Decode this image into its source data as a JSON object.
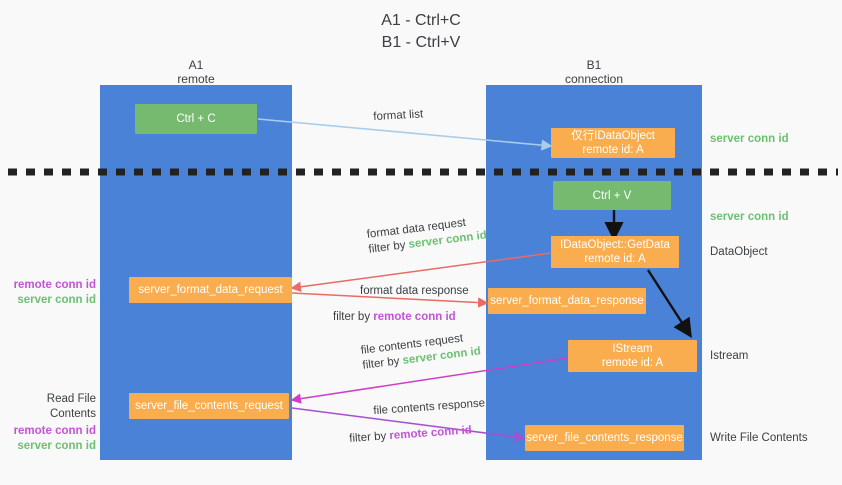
{
  "title": {
    "line1": "A1 - Ctrl+C",
    "line2": "B1 - Ctrl+V"
  },
  "columns": [
    {
      "name": "A1",
      "role": "remote"
    },
    {
      "name": "B1",
      "role": "connection"
    }
  ],
  "nodes": {
    "ctrl_c": "Ctrl + C",
    "ctrl_v": "Ctrl + V",
    "idataobject_title": "仅行IDataObject",
    "idataobject_sub": "remote id: A",
    "getdata_title": "IDataObject::GetData",
    "getdata_sub": "remote id: A",
    "istream_title": "IStream",
    "istream_sub": "remote id: A",
    "server_format_data_request": "server_format_data_request",
    "server_format_data_response": "server_format_data_response",
    "server_file_contents_request": "server_file_contents_request",
    "server_file_contents_response": "server_file_contents_response"
  },
  "edge_labels": {
    "format_list": "format list",
    "format_data_request": "format data request",
    "format_data_request_filter_prefix": "filter by ",
    "format_data_request_filter_key": "server conn id",
    "format_data_response": "format data response",
    "format_data_response_filter_prefix": "filter by ",
    "format_data_response_filter_key": "remote conn id",
    "file_contents_request": "file contents request",
    "file_contents_request_filter_prefix": "filter by ",
    "file_contents_request_filter_key": "server conn id",
    "file_contents_response": "file contents response",
    "file_contents_response_filter_prefix": "filter by ",
    "file_contents_response_filter_key": "remote conn id"
  },
  "left_annotations": {
    "format_remote": "remote conn id",
    "format_server": "server conn id",
    "read_file_contents": "Read File Contents",
    "file_remote": "remote conn id",
    "file_server": "server conn id"
  },
  "right_annotations": {
    "server_conn_id_top": "server conn id",
    "server_conn_id_mid": "server conn id",
    "data_object": "DataObject",
    "istream": "Istream",
    "write_file_contents": "Write File Contents"
  },
  "colors": {
    "lane": "#4a82d8",
    "green_box": "#76ba6f",
    "orange_box": "#f9ad4e",
    "server_conn_id": "#6cc072",
    "remote_conn_id": "#c354d6",
    "arrow_blue": "#a8cdea",
    "arrow_red": "#e86b66",
    "arrow_magenta": "#cf3fc4",
    "arrow_purple": "#a64fd0",
    "arrow_black": "#000000",
    "background": "#f9f9f9",
    "text": "#3c4043"
  }
}
